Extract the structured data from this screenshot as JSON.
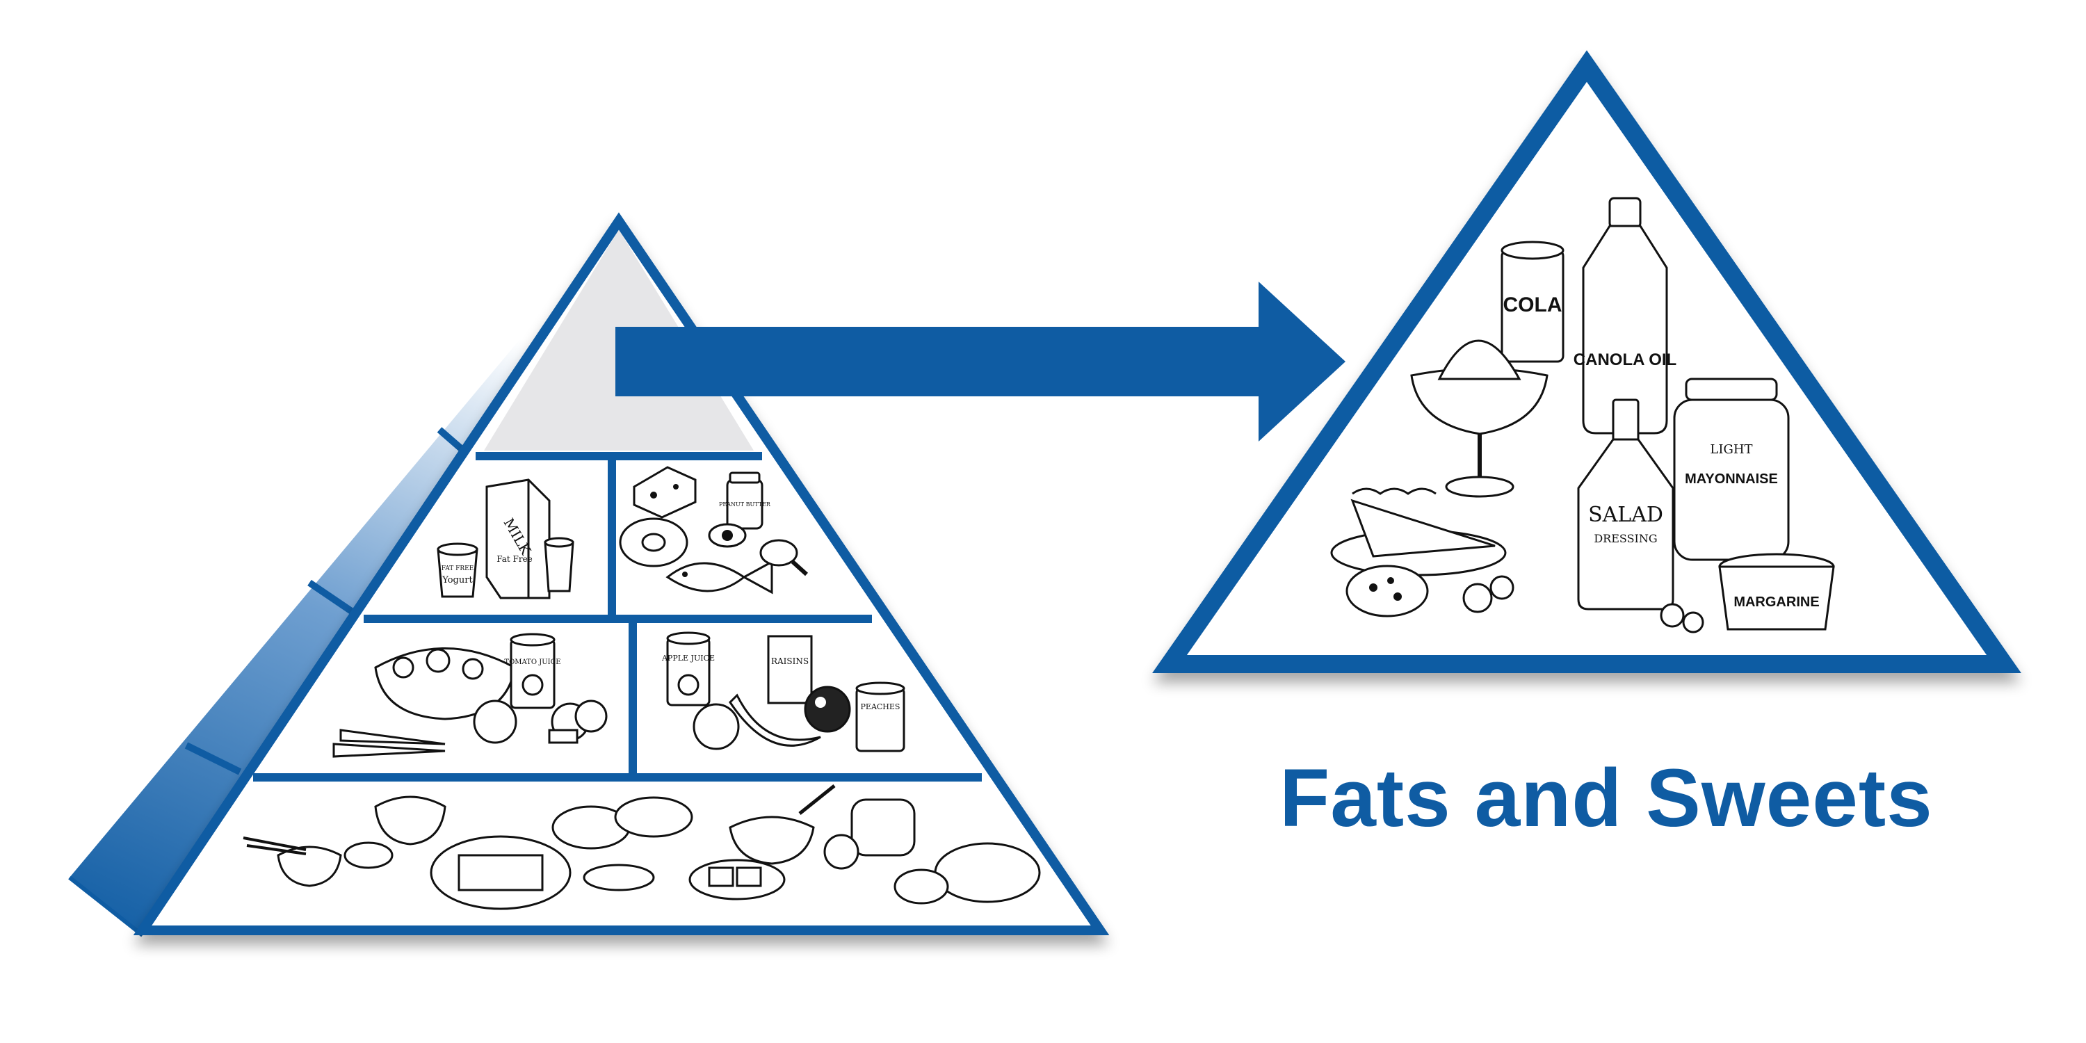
{
  "caption": "Fats and Sweets",
  "colors": {
    "primary_blue": "#0f5ca3",
    "apex_gray": "#e6e6e8",
    "background": "#ffffff"
  },
  "labels": {
    "milk": "MILK",
    "milk_sub": "Fat Free",
    "yogurt_top": "FAT FREE",
    "yogurt": "Yogurt",
    "peanut_butter": "PEANUT BUTTER",
    "tomato_juice": "TOMATO JUICE",
    "apple_juice": "APPLE JUICE",
    "raisins": "RAISINS",
    "peaches": "PEACHES",
    "cola": "COLA",
    "canola_oil": "CANOLA OIL",
    "light": "LIGHT",
    "mayonnaise": "MAYONNAISE",
    "salad": "SALAD",
    "dressing": "DRESSING",
    "margarine": "MARGARINE"
  }
}
